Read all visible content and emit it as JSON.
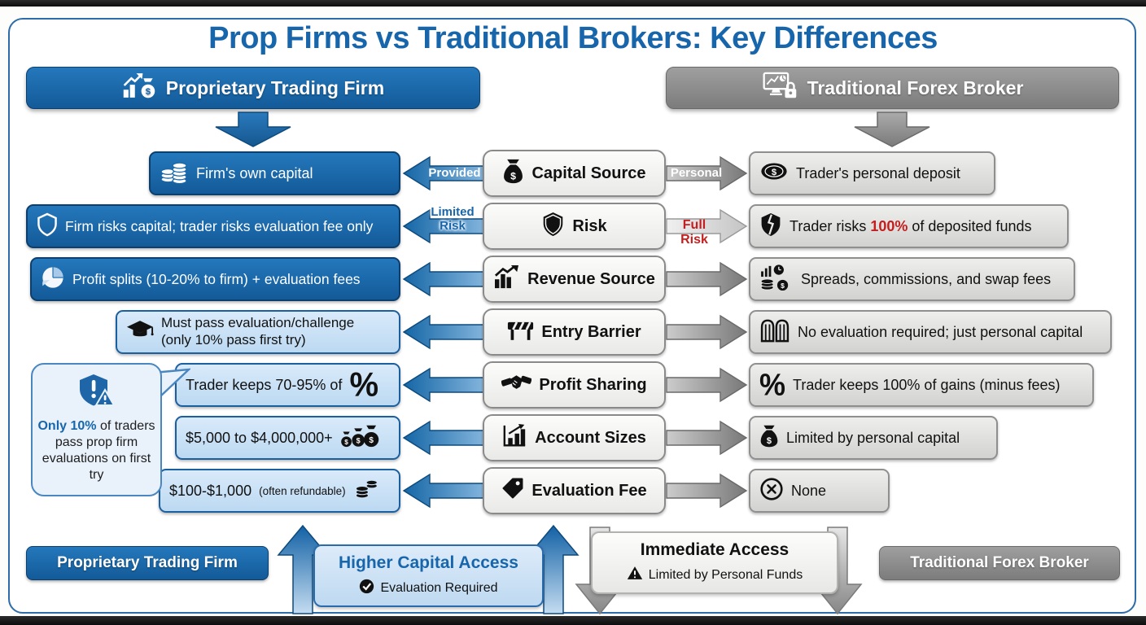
{
  "title": "Prop Firms vs Traditional Brokers: Key Differences",
  "headers": {
    "left": "Proprietary Trading Firm",
    "right": "Traditional Forex Broker"
  },
  "rows": [
    {
      "category": "Capital Source",
      "left": "Firm's own capital",
      "left_arrow": "Provided",
      "right_arrow": "Personal",
      "right": "Trader's personal deposit"
    },
    {
      "category": "Risk",
      "left": "Firm risks capital; trader risks evaluation fee only",
      "left_arrow": "Limited Risk",
      "right_arrow": "Full Risk",
      "right_pre": "Trader risks ",
      "right_em": "100%",
      "right_post": " of deposited funds"
    },
    {
      "category": "Revenue Source",
      "left": "Profit splits (10-20% to firm) + evaluation fees",
      "right": "Spreads, commissions, and swap fees"
    },
    {
      "category": "Entry Barrier",
      "left_line1": "Must pass evaluation/challenge",
      "left_line2": "(only 10% pass first try)",
      "right": "No evaluation required; just personal capital"
    },
    {
      "category": "Profit Sharing",
      "left": "Trader keeps 70-95% of",
      "left_symbol": "%",
      "right_symbol": "%",
      "right": "Trader keeps 100% of gains (minus fees)"
    },
    {
      "category": "Account Sizes",
      "left": "$5,000 to $4,000,000+",
      "right": "Limited by personal capital"
    },
    {
      "category": "Evaluation Fee",
      "left": "$100-$1,000",
      "left_note": "(often refundable)",
      "right": "None"
    }
  ],
  "callout": {
    "em": "Only 10%",
    "text": " of traders pass prop firm evaluations on first try"
  },
  "bottom": {
    "left_label": "Proprietary Trading Firm",
    "left_title": "Higher Capital Access",
    "left_sub": "Evaluation Required",
    "right_title": "Immediate Access",
    "right_sub": "Limited by Personal Funds",
    "right_label": "Traditional Forex Broker"
  },
  "colors": {
    "brand_blue": "#1766ab",
    "light_blue": "#cfe4f7",
    "gray": "#8c8c8c",
    "red": "#c41e1e"
  }
}
